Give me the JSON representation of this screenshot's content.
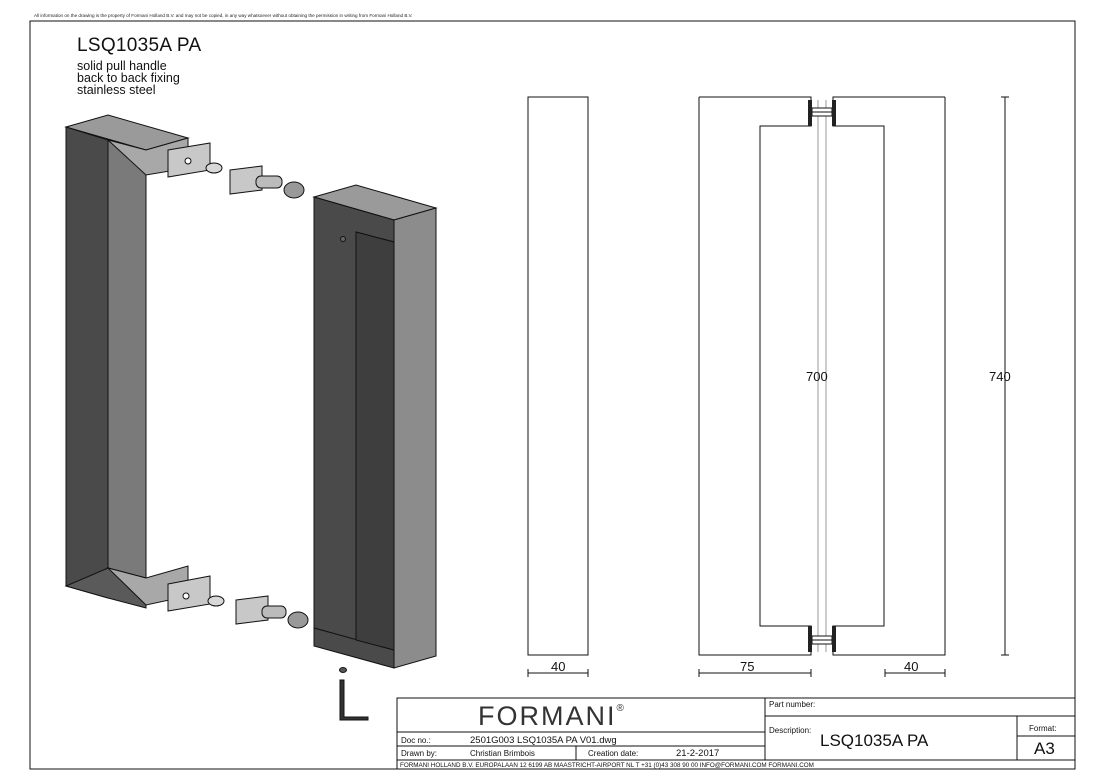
{
  "disclaimer": "All information on the drawing is the property of Formani Holland B.V. and may not be copied, in any way whatsoever without obtaining the permission in writing from Formani Holland B.V.",
  "product": {
    "title": "LSQ1035A PA",
    "lines": [
      "solid pull handle",
      "back to back fixing",
      "stainless steel"
    ]
  },
  "dimensions": {
    "side_width": "40",
    "front_overall_width": "75",
    "front_bar_width": "40",
    "inner_length": "700",
    "overall_length": "740"
  },
  "title_block": {
    "logo": "FORMANI",
    "logo_mark": "®",
    "part_number_label": "Part number:",
    "description_label": "Description:",
    "description": "LSQ1035A PA",
    "format_label": "Format:",
    "format": "A3",
    "doc_no_label": "Doc no.:",
    "doc_no": "2501G003 LSQ1035A PA V01.dwg",
    "drawn_by_label": "Drawn by:",
    "drawn_by": "Christian Brimbois",
    "creation_date_label": "Creation date:",
    "creation_date": "21-2-2017",
    "footer": "FORMANI HOLLAND B.V.  EUROPALAAN 12  6199 AB MAASTRICHT-AIRPORT NL  T +31 (0)43 308 90 00 INFO@FORMANI.COM FORMANI.COM"
  },
  "colors": {
    "bar_front": "#4a4a4a",
    "bar_side": "#8c8c8c",
    "bar_top": "#9a9a9a",
    "plate": "#bfbfbf",
    "line": "#111111"
  }
}
